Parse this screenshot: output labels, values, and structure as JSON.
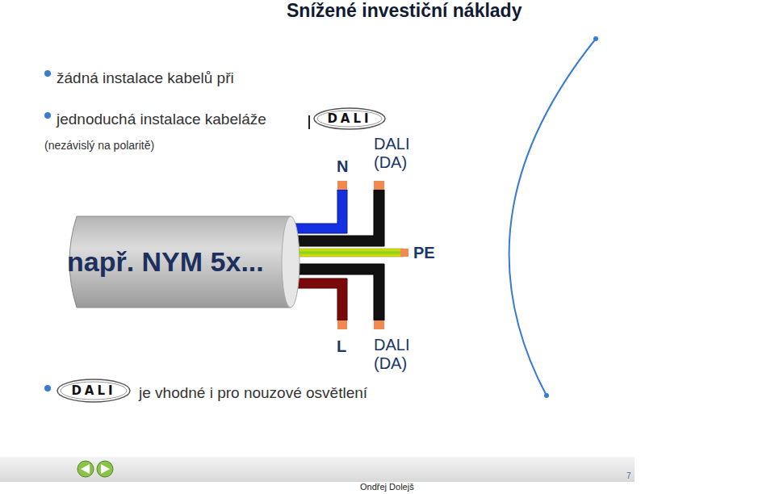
{
  "diagram": {
    "title": "Snížené investiční náklady",
    "nodes": [
      {
        "text": [
          "DALI"
        ]
      },
      {
        "text": [
          "např. NYM 5x..."
        ]
      },
      {
        "text": [
          "DALI"
        ]
      }
    ],
    "labels": [
      "žádná instalace kabelů při",
      "jednoduchá instalace kabeláže",
      "(nezávislý na polaritě)",
      "N",
      "DALI (DA)",
      "PE",
      "L",
      "DALI (DA)",
      "je vhodné i pro nouzové osvětlení",
      "7",
      "Ondřej Dolejš"
    ]
  }
}
